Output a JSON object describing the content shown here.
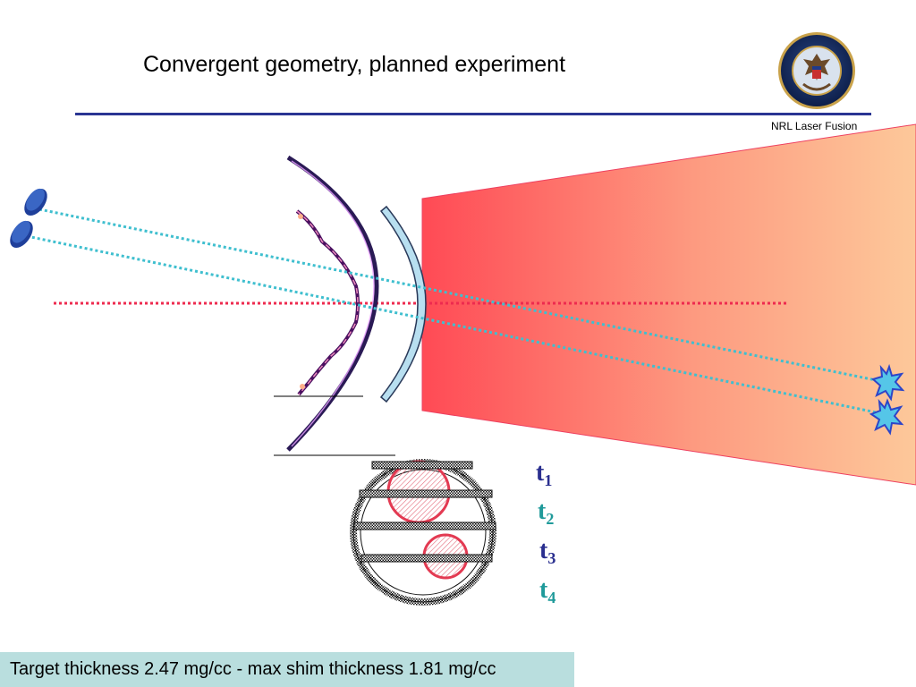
{
  "header": {
    "title": "Convergent geometry, planned experiment",
    "organization": "NRL Laser Fusion",
    "seal_icon": "navy-research-laboratory-seal-icon"
  },
  "diagram": {
    "time_labels": [
      {
        "base": "t",
        "sub": "1",
        "color": "#2a2f8f"
      },
      {
        "base": "t",
        "sub": "2",
        "color": "#1f9a9a"
      },
      {
        "base": "t",
        "sub": "3",
        "color": "#2a2f8f"
      },
      {
        "base": "t",
        "sub": "4",
        "color": "#1f9a9a"
      }
    ],
    "colors": {
      "laser_beam_start": "#ff4a55",
      "laser_beam_end": "#fdc89a",
      "probe_line": "#3fbfcf",
      "axis_line": "#ee2b4f",
      "target_shell": "#2a1a55",
      "shim": "#b8dff0",
      "detector": "#3a66c4",
      "backlighter": "#2d6ad8"
    }
  },
  "footer": {
    "caption": "Target thickness 2.47 mg/cc - max shim thickness 1.81 mg/cc"
  }
}
